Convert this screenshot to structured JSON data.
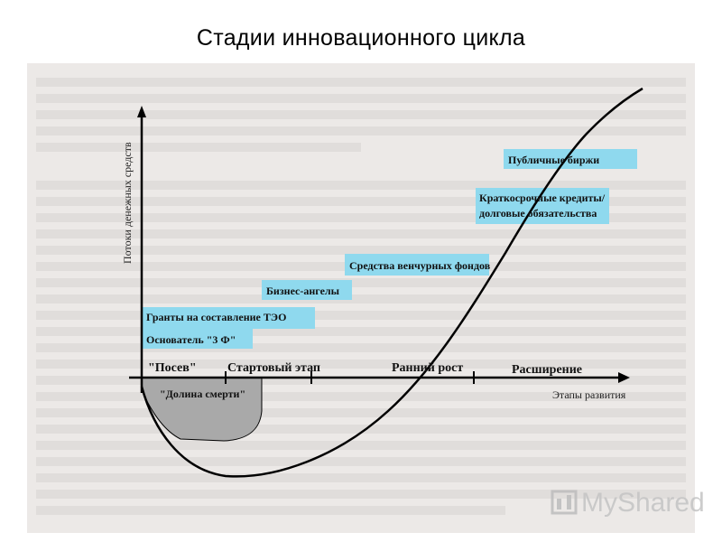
{
  "title": "Стадии инновационного цикла",
  "y_axis_label": "Потоки денежных средств",
  "x_axis_label": "Этапы развития",
  "stages": [
    "\"Посев\"",
    "Стартовый этап",
    "Ранний рост",
    "Расширение"
  ],
  "valley_label": "\"Долина смерти\"",
  "funding_sources": [
    "Основатель \"3 Ф\"",
    "Гранты на составление ТЭО",
    "Бизнес-ангелы",
    "Средства венчурных фондов",
    "Краткосрочные кредиты/",
    "долговые обязательства",
    "Публичные биржи"
  ],
  "watermark": "MyShared",
  "colors": {
    "highlight": "#8fd9ee",
    "paper": "#ece9e7",
    "valley_fill": "#a9a9a9",
    "curve": "#000000"
  }
}
